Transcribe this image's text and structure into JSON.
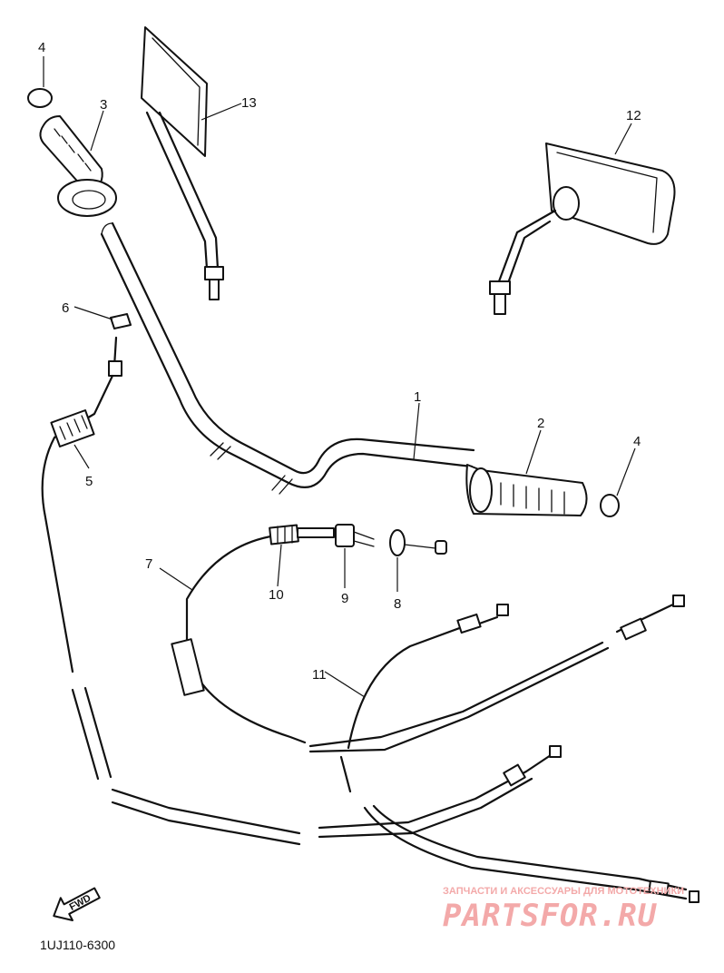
{
  "callouts": [
    "1",
    "2",
    "3",
    "4",
    "4",
    "5",
    "6",
    "7",
    "8",
    "9",
    "10",
    "11",
    "12",
    "13"
  ],
  "direction_label": "FWD",
  "diagram_code": "1UJ110-6300",
  "watermark": {
    "tagline": "ЗАПЧАСТИ И АКСЕССУАРЫ ДЛЯ МОТОТЕХНИКИ",
    "logo": "PARTSFOR.RU"
  },
  "colors": {
    "ink": "#111111",
    "watermark": "#f3a9a9"
  }
}
